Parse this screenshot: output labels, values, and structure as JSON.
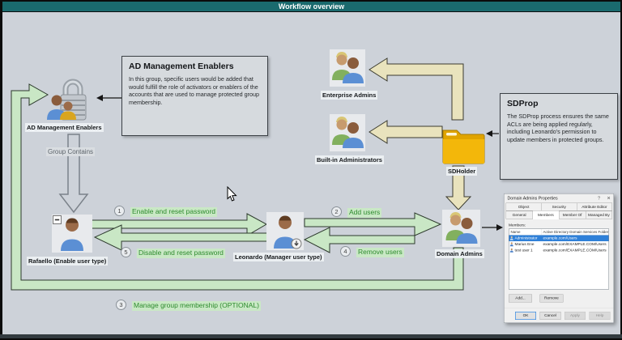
{
  "window": {
    "title": "Workflow overview"
  },
  "colors": {
    "title_bar": "#1a6a6e",
    "canvas": "#cdd2d9",
    "green_arrow_fill": "#c9e7c5",
    "green_text": "#2e8b2e",
    "tan_arrow_fill": "#e9e3bd",
    "folder": "#f3b70a",
    "selection_blue": "#2f80d8"
  },
  "nodes": {
    "enablers": {
      "label": "AD Management Enablers",
      "icon": "padlock-users-icon"
    },
    "group_contains": {
      "label": "Group Contains"
    },
    "rafaello": {
      "label": "Rafaello (Enable user type)",
      "icon": "user-disabled-icon"
    },
    "leonardo": {
      "label": "Leonardo (Manager user type)",
      "icon": "user-download-icon"
    },
    "domain_admins": {
      "label": "Domain Admins",
      "icon": "user-group-icon"
    },
    "enterprise_admins": {
      "label": "Enterprise Admins",
      "icon": "user-group-icon"
    },
    "builtin_admins": {
      "label": "Built-in Administrators",
      "icon": "user-group-icon"
    },
    "sdholder": {
      "label": "SDHolder",
      "icon": "folder-icon"
    }
  },
  "callouts": {
    "enablers": {
      "title": "AD Management Enablers",
      "body": "In this group, specific users would be added that would fulfill the role of activators or enablers of the accounts that are used to manage protected group membership."
    },
    "sdprop": {
      "title": "SDProp",
      "body": "The SDProp process ensures the same ACLs are being applied regularly, including Leonardo's permission to update members in protected groups."
    }
  },
  "steps": [
    {
      "num": "1",
      "label": "Enable and reset password"
    },
    {
      "num": "2",
      "label": "Add users"
    },
    {
      "num": "3",
      "label": "Manage group membership (OPTIONAL)"
    },
    {
      "num": "4",
      "label": "Remove users"
    },
    {
      "num": "5",
      "label": "Disable and reset password"
    }
  ],
  "dialog": {
    "title": "Domain Admins Properties",
    "help_glyph": "?",
    "close_glyph": "✕",
    "tabs_row1": [
      "Object",
      "Security",
      "Attribute Editor"
    ],
    "tabs_row2": [
      "General",
      "Members",
      "Member Of",
      "Managed By"
    ],
    "active_tab": "Members",
    "members_label": "Members:",
    "columns": {
      "name": "Name",
      "folder": "Active Directory Domain Services Folder"
    },
    "members": [
      {
        "name": "Administrator",
        "folder": "example.com/Users"
      },
      {
        "name": "Marius Ene",
        "folder": "example.com/EXAMPLE.COM/Users"
      },
      {
        "name": "test user 1",
        "folder": "example.com/EXAMPLE.COM/Users"
      }
    ],
    "add_button": "Add...",
    "remove_button": "Remove",
    "ok_button": "OK",
    "cancel_button": "Cancel",
    "apply_button": "Apply",
    "help_button": "Help"
  }
}
